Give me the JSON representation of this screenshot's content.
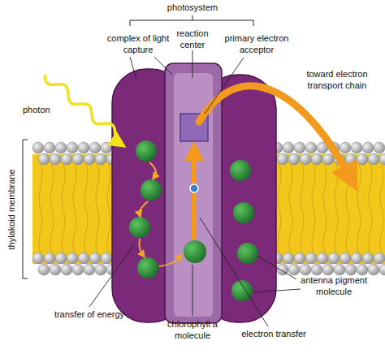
{
  "diagram": {
    "labels": [
      "photosystem",
      "complex of light capture",
      "reaction center",
      "primary electron acceptor",
      "photon",
      "toward electron transport chain",
      "thylakoid membrane",
      "transfer of energy",
      "chlorophyll a molecule",
      "antenna pigment molecule",
      "electron transfer"
    ]
  }
}
